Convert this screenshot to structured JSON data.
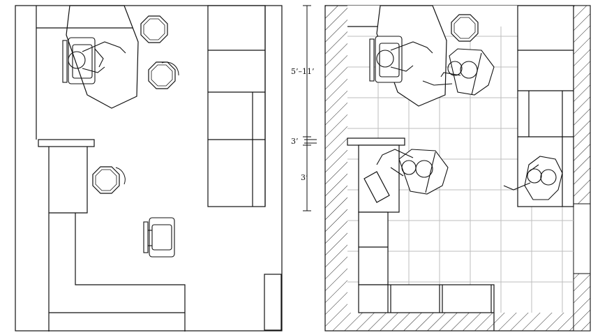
{
  "drawing": {
    "type": "floor-plan",
    "dimensions": {
      "upper": "5’–11’",
      "middle": "3’",
      "lower": "3’"
    },
    "colors": {
      "line": "#111111",
      "grid": "#bdbdbd",
      "hatch": "#222222"
    }
  }
}
